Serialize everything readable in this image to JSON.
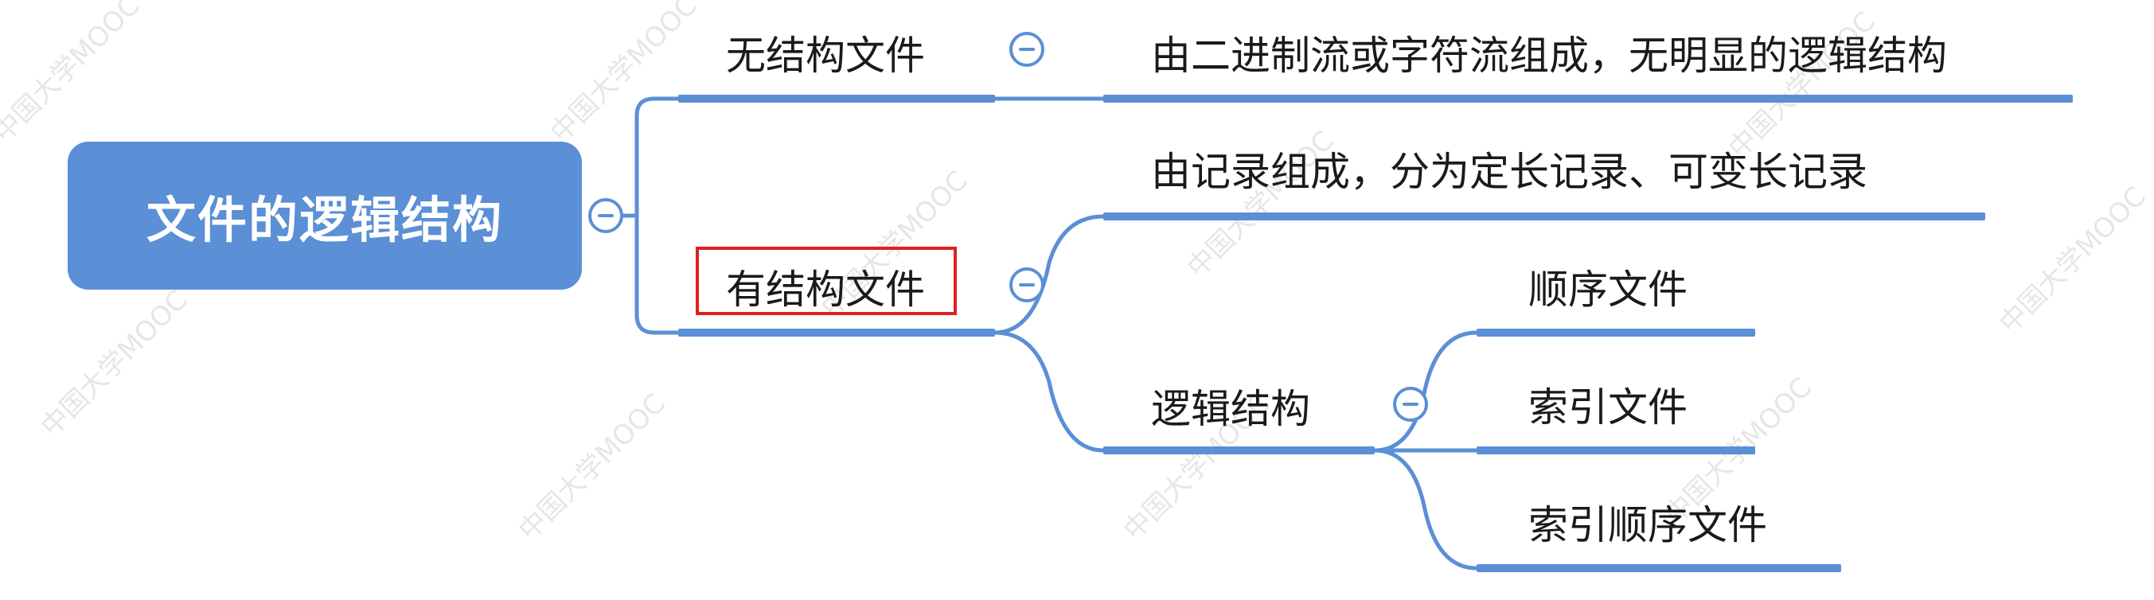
{
  "root": {
    "label": "文件的逻辑结构"
  },
  "branches": {
    "unstructured": {
      "label": "无结构文件",
      "detail": "由二进制流或字符流组成，无明显的逻辑结构"
    },
    "structured": {
      "label": "有结构文件",
      "detail": "由记录组成，分为定长记录、可变长记录",
      "logical": {
        "label": "逻辑结构",
        "children": [
          "顺序文件",
          "索引文件",
          "索引顺序文件"
        ]
      }
    }
  },
  "watermark": {
    "text": "中国大学MOOC"
  },
  "colors": {
    "accent": "#5b8fd6",
    "highlight": "#e02020"
  },
  "icons": {
    "collapse": "minus-circle-icon"
  }
}
